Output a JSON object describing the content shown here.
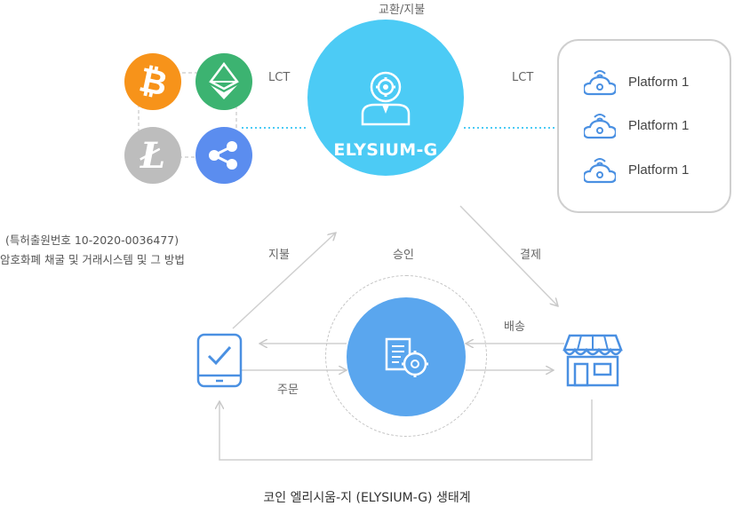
{
  "top_label": "교환/지불",
  "lct_left": "LCT",
  "lct_right": "LCT",
  "hub_title": "ELYSIUM-G",
  "coins": [
    {
      "name": "bitcoin",
      "color": "#f7931a"
    },
    {
      "name": "ethereum",
      "color": "#3cb371"
    },
    {
      "name": "litecoin",
      "color": "#bdbdbd"
    },
    {
      "name": "ripple",
      "color": "#5b8def"
    }
  ],
  "platforms": [
    "Platform 1",
    "Platform 1",
    "Platform 1"
  ],
  "patent": {
    "line1": "(특허출원번호 10-2020-0036477)",
    "line2": "암호화폐 채굴 및 거래시스템 및 그 방법"
  },
  "flow_labels": {
    "pay": "지불",
    "approve": "승인",
    "settle": "결제",
    "deliver": "배송",
    "order": "주문"
  },
  "footer_caption": "코인 엘리시움-지 (ELYSIUM-G) 생태계",
  "colors": {
    "hub": "#4ccbf5",
    "center": "#5aa6ee",
    "icon_blue": "#4a90e2",
    "line_gray": "#cccccc"
  }
}
